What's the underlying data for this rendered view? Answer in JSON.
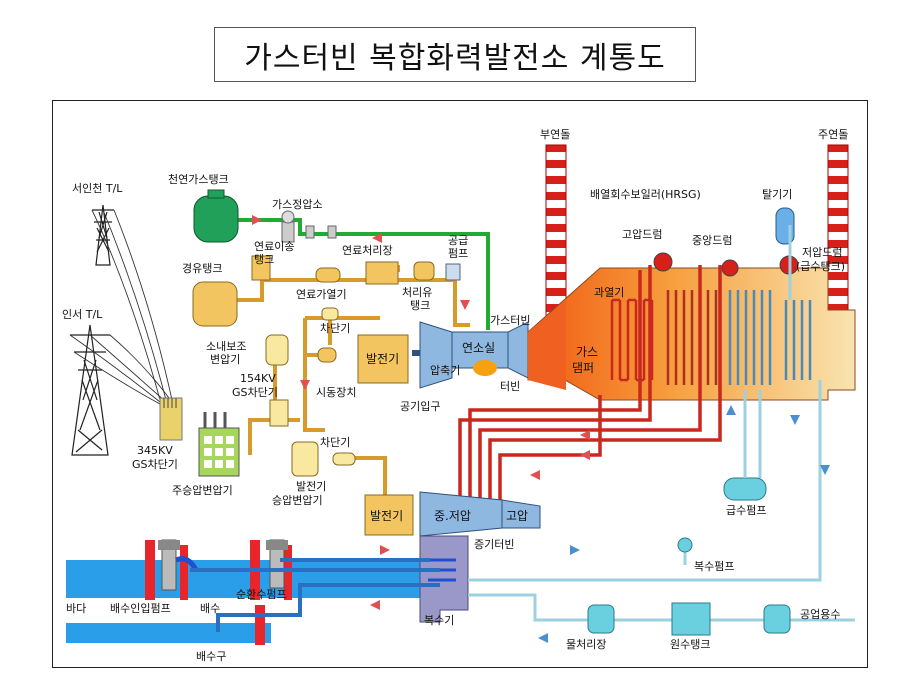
{
  "title": "가스터빈 복합화력발전소 계통도",
  "labels": {
    "seoin_tl": "서인천 T/L",
    "inseo_tl": "인서 T/L",
    "gs_345": "345KV",
    "gs_345b": "GS차단기",
    "main_tr": "주승압변압기",
    "lng_tank": "천연가스탱크",
    "gas_regulator": "가스정압소",
    "fuel_transfer": "연료이송",
    "fuel_transfer2": "탱크",
    "fuel_treat": "연료처리장",
    "supply_pump": "공급",
    "supply_pump2": "펌프",
    "oil_tank": "경유탱크",
    "fuel_heater": "연료가열기",
    "treated_oil": "처리유",
    "treated_oil2": "탱크",
    "breaker_top": "차단기",
    "aux_tr": "소내보조",
    "aux_tr2": "변압기",
    "gs_154": "154KV",
    "gs_154b": "GS차단기",
    "gen_1": "발전기",
    "starter": "시동장치",
    "compressor": "압축기",
    "combustor": "연소실",
    "turbine": "터빈",
    "air_inlet": "공기입구",
    "gas_turbine": "가스터빈",
    "gas_damper": "가스",
    "gas_damper2": "댐퍼",
    "bypass_stack": "부연돌",
    "main_stack": "주연돌",
    "hrsg": "배열회수보일러(HRSG)",
    "deaerator": "탈기기",
    "hp_drum": "고압드럼",
    "ip_drum": "중앙드럼",
    "lp_drum": "저압드럼",
    "lp_drum2": "(급수탱크)",
    "superheater": "과열기",
    "feed_pump": "급수펌프",
    "breaker_mid": "차단기",
    "gen_2": "발전기",
    "step_up_tr": "승압변압기",
    "gen_2b": "발전기",
    "st_ip_lp": "중.저압",
    "st_hp": "고압",
    "steam_turbine": "증기터빈",
    "condensate_pump": "복수펌프",
    "condenser": "복수기",
    "sea": "바다",
    "intake_pump": "배수인입펌프",
    "drain": "배수",
    "circ_pump": "순환수펌프",
    "outfall": "배수구",
    "water_treat": "물처리장",
    "raw_tank": "원수탱크",
    "industrial_water": "공업용수"
  },
  "colors": {
    "gas_line": "#22aa33",
    "fuel_line": "#d89a2a",
    "steam_line": "#c8281e",
    "water_line": "#2a6fc0",
    "feed_line": "#9bd1e0",
    "equipment": "#f2c560",
    "hrsg_hot": "#f07020",
    "hrsg_warm": "#f8d890",
    "turbine_blue": "#8fb8e0"
  }
}
